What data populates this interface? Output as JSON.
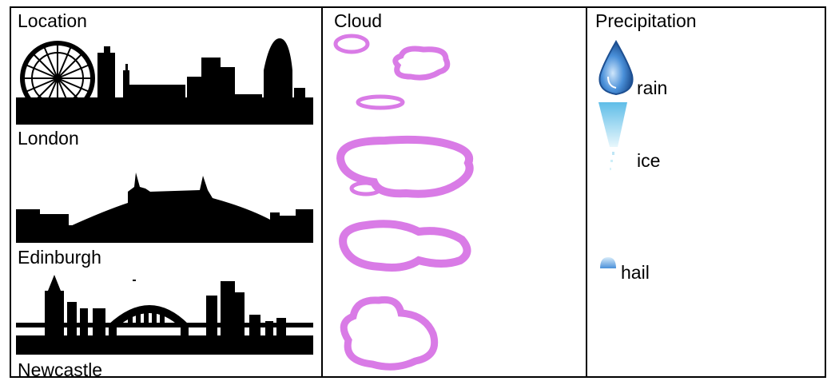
{
  "table": {
    "headers": {
      "location": "Location",
      "cloud": "Cloud",
      "precipitation": "Precipitation"
    },
    "locations": [
      {
        "name": "London",
        "icon": "london-skyline-icon"
      },
      {
        "name": "Edinburgh",
        "icon": "edinburgh-skyline-icon"
      },
      {
        "name": "Newcastle",
        "icon": "newcastle-skyline-icon"
      }
    ],
    "clouds": [
      {
        "icon": "small-clouds-icon"
      },
      {
        "icon": "large-cloud-icon"
      },
      {
        "icon": "medium-cloud-icon"
      },
      {
        "icon": "round-cloud-icon"
      }
    ],
    "precipitation": [
      {
        "label": "rain",
        "icon": "raindrop-icon"
      },
      {
        "label": "ice",
        "icon": "icicle-icon"
      },
      {
        "label": "hail",
        "icon": "hailstone-icon"
      }
    ]
  },
  "colors": {
    "cloud": "#d97be6",
    "raindrop": "#4a90d9",
    "ice": "#8fd3ee",
    "silhouette": "#000000"
  }
}
